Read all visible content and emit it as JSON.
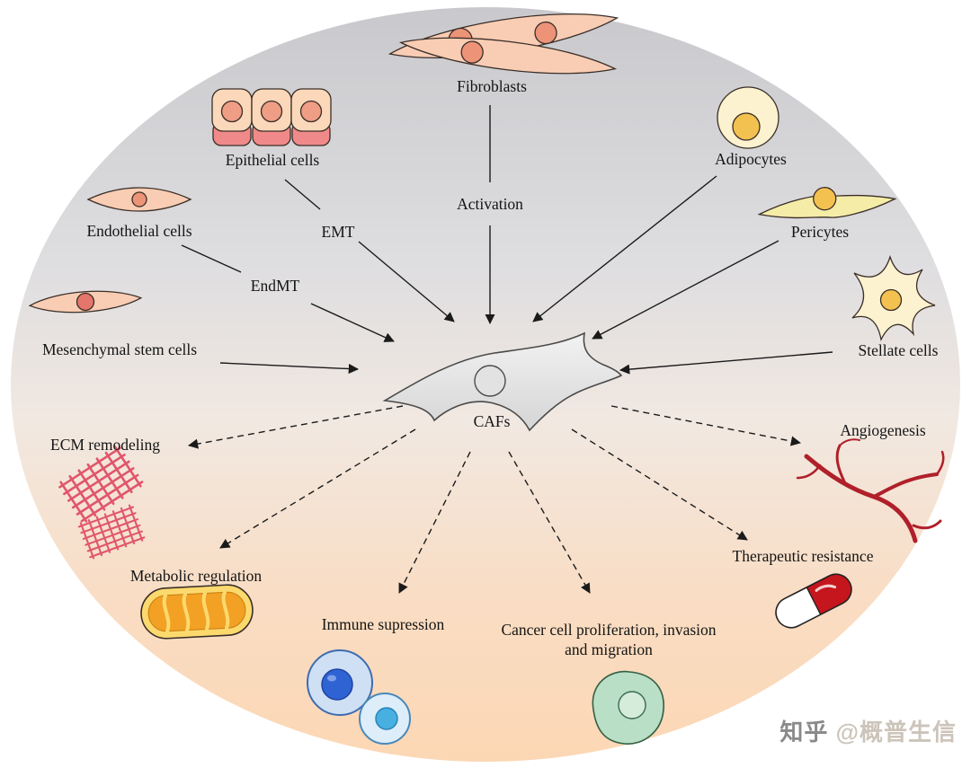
{
  "center": {
    "label": "CAFs"
  },
  "origins": [
    {
      "label": "Fibroblasts",
      "arrow_label": "Activation"
    },
    {
      "label": "Epithelial cells",
      "arrow_label": "EMT"
    },
    {
      "label": "Endothelial cells",
      "arrow_label": "EndMT"
    },
    {
      "label": "Mesenchymal stem cells",
      "arrow_label": ""
    },
    {
      "label": "Adipocytes",
      "arrow_label": ""
    },
    {
      "label": "Pericytes",
      "arrow_label": ""
    },
    {
      "label": "Stellate cells",
      "arrow_label": ""
    }
  ],
  "functions": [
    {
      "label": "ECM remodeling"
    },
    {
      "label": "Metabolic regulation"
    },
    {
      "label": "Immune supression"
    },
    {
      "label": "Cancer cell proliferation, invasion and migration"
    },
    {
      "label": "Therapeutic resistance"
    },
    {
      "label": "Angiogenesis"
    }
  ],
  "watermark": {
    "brand": "知乎",
    "handle": "@概普生信"
  },
  "colors": {
    "pink_cell": "#f8cdb4",
    "pink_nucleus": "#ec9378",
    "epithelial_base": "#f08989",
    "yellow_cell": "#fdf2cf",
    "golden_nucleus": "#f3c14f",
    "pericyte_body": "#f5eca8",
    "caf_gray": "#e6e6e6",
    "ecm_red": "#e0566b",
    "mitochondria_orange": "#f2a124",
    "mitochondria_rim": "#fcd96d",
    "immune_blue": "#2f63d4",
    "immune_cyan": "#48b0e0",
    "cancer_green": "#b9dfc6",
    "capsule_red": "#c5161d",
    "vessel_red": "#b0202a",
    "background_top": "#c9c9cd",
    "background_bottom": "#fdd8b4",
    "arrow": "#1a1a1a"
  }
}
